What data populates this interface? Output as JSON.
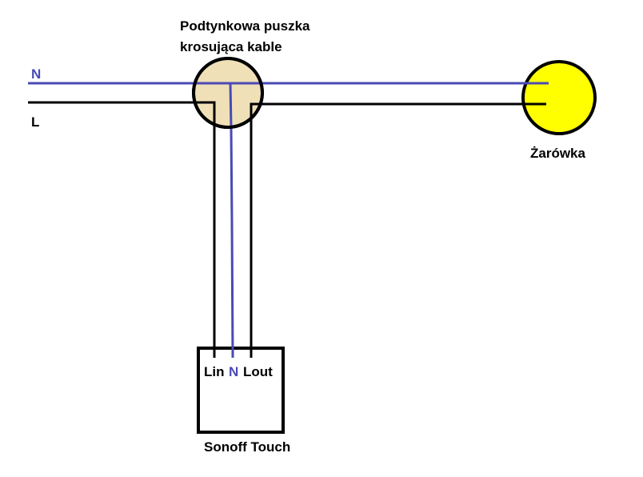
{
  "colors": {
    "neutral_wire": "#4a4ab5",
    "live_wire": "#000000",
    "junction_box_fill": "#efe0b8",
    "bulb_fill": "#ffff00",
    "outline": "#000000",
    "background": "#ffffff"
  },
  "labels": {
    "junction_box_line1": "Podtynkowa puszka",
    "junction_box_line2": "krosująca kable",
    "neutral": "N",
    "live": "L",
    "bulb": "Żarówka",
    "switch_lin": "Lin",
    "switch_n": "N",
    "switch_lout": "Lout",
    "switch_name": "Sonoff Touch"
  }
}
